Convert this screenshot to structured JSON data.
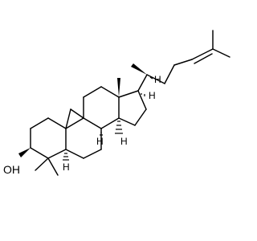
{
  "molecule": {
    "atom_labels": {
      "hydroxyl": "OH",
      "h_c5": "H",
      "h_c8": "H",
      "h_c14": "H",
      "h_c17": "H",
      "h_c20": "H"
    },
    "colors": {
      "bond": "#000000",
      "label": "#000000",
      "background": "#ffffff"
    }
  }
}
